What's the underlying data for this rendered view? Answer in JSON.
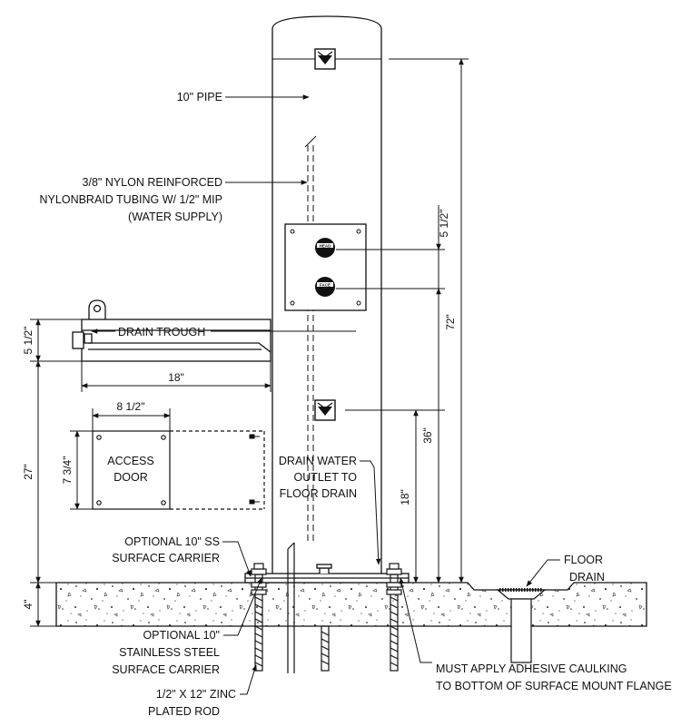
{
  "labels": {
    "pipe": "10\" PIPE",
    "tubing": [
      "3/8\" NYLON REINFORCED",
      "NYLONBRAID TUBING W/ 1/2\" MIP",
      "(WATER SUPPLY)"
    ],
    "drain_trough": "DRAIN TROUGH",
    "access_door": [
      "ACCESS",
      "DOOR"
    ],
    "drain_outlet": [
      "DRAIN WATER",
      "OUTLET TO",
      "FLOOR DRAIN"
    ],
    "optional_ss_carrier": [
      "OPTIONAL 10\" SS",
      "SURFACE CARRIER"
    ],
    "optional_stainless_carrier": [
      "OPTIONAL 10\"",
      "STAINLESS STEEL",
      "SURFACE CARRIER"
    ],
    "zinc_rod": [
      "1/2\" X 12\" ZINC",
      "PLATED ROD"
    ],
    "floor_drain": [
      "FLOOR",
      "DRAIN"
    ],
    "caulking": [
      "MUST APPLY ADHESIVE CAULKING",
      "TO BOTTOM OF SURFACE MOUNT FLANGE"
    ],
    "head_top": "HEAD",
    "head_bottom": "FACE"
  },
  "dimensions": {
    "trough_height": "5 1/2\"",
    "trough_width": "18\"",
    "door_width": "8 1/2\"",
    "door_height": "7 3/4\"",
    "height_27": "27\"",
    "slab_4": "4\"",
    "valve_spacing": "5 1/2\"",
    "height_72": "72\"",
    "height_36": "36\"",
    "height_18": "18\""
  }
}
